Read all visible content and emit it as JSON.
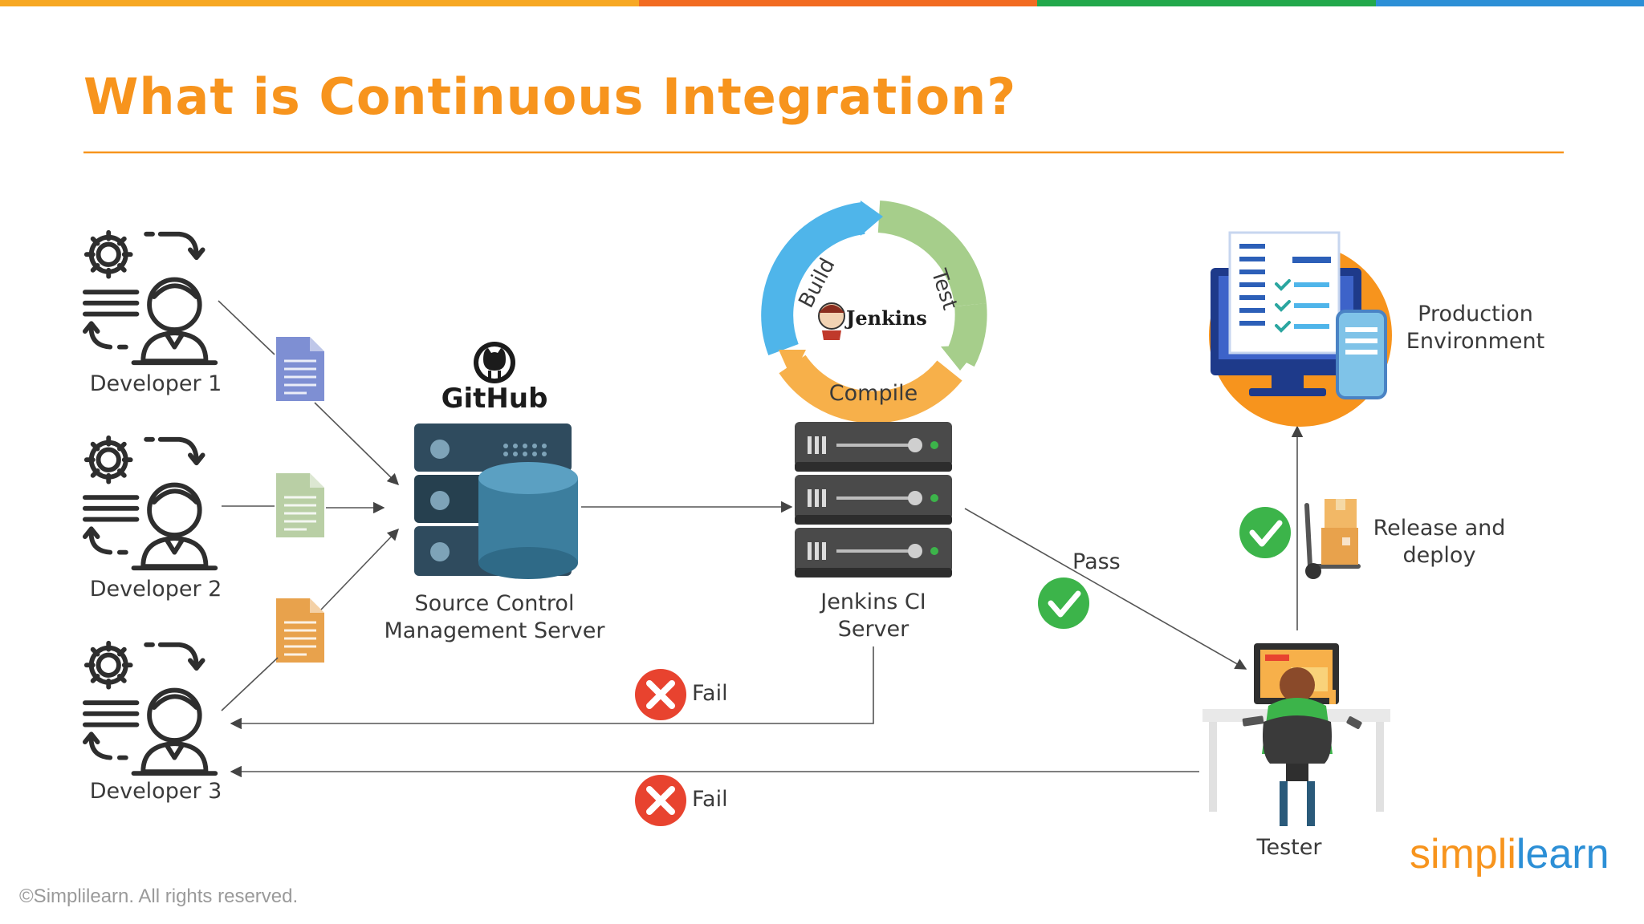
{
  "page": {
    "title": "What is Continuous Integration?",
    "copyright": "©Simplilearn. All rights reserved."
  },
  "brand": {
    "part1": "simpl",
    "bar": "i",
    "part2": "learn"
  },
  "developers": [
    "Developer 1",
    "Developer 2",
    "Developer 3"
  ],
  "github": {
    "logo_text": "GitHub",
    "label_line1": "Source Control",
    "label_line2": "Management Server"
  },
  "jenkins": {
    "logo_text": "Jenkins",
    "cycle": [
      "Build",
      "Test",
      "Compile"
    ],
    "label_line1": "Jenkins CI",
    "label_line2": "Server"
  },
  "flow": {
    "pass": "Pass",
    "fail_top": "Fail",
    "fail_bottom": "Fail",
    "release_line1": "Release and",
    "release_line2": "deploy"
  },
  "production": {
    "label_line1": "Production",
    "label_line2": "Environment"
  },
  "tester": {
    "label": "Tester"
  },
  "colors": {
    "title_orange": "#F7941D",
    "top_bar": [
      "#F7A823",
      "#F26B21",
      "#22A84B",
      "#2C8FD6"
    ],
    "fail_red": "#E8432F",
    "pass_green": "#3CB44A",
    "cycle_blue": "#4FB5EA",
    "cycle_green": "#A6CE8B",
    "cycle_orange": "#F7B04A"
  }
}
